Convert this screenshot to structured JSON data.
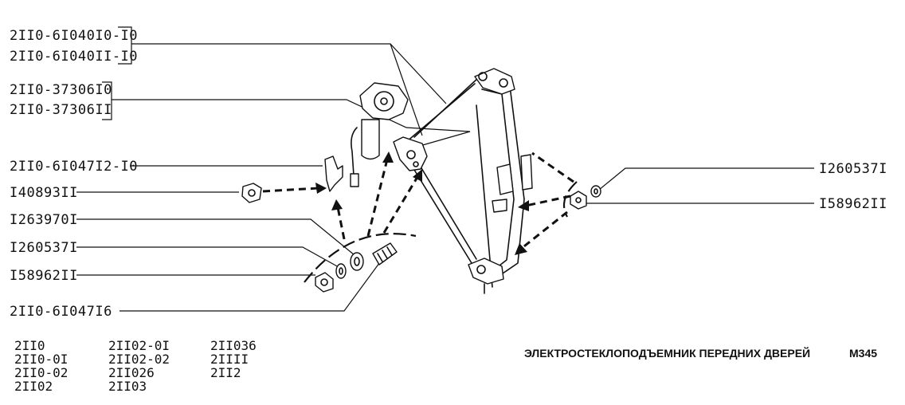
{
  "title": "ЭЛЕКТРОСТЕКЛОПОДЪЕМНИК ПЕРЕДНИХ ДВЕРЕЙ",
  "code": "M345",
  "callouts_left": [
    {
      "lines": [
        "2II0-6I040I0-I0",
        "2II0-6I040II-I0"
      ]
    },
    {
      "lines": [
        "2II0-37306I0",
        "2II0-37306II"
      ]
    },
    {
      "lines": [
        "2II0-6I047I2-I0"
      ]
    },
    {
      "lines": [
        "I40893II"
      ]
    },
    {
      "lines": [
        "I263970I"
      ]
    },
    {
      "lines": [
        "I260537I"
      ]
    },
    {
      "lines": [
        "I58962II"
      ]
    },
    {
      "lines": [
        "2II0-6I047I6"
      ]
    }
  ],
  "callouts_right": [
    {
      "lines": [
        "I260537I"
      ]
    },
    {
      "lines": [
        "I58962II"
      ]
    }
  ],
  "models": [
    [
      "2II0",
      "2II0-0I",
      "2II0-02",
      "2II02"
    ],
    [
      "2II02-0I",
      "2II02-02",
      "2II026",
      "2II03"
    ],
    [
      "2II036",
      "2IIII",
      "2II2"
    ]
  ]
}
